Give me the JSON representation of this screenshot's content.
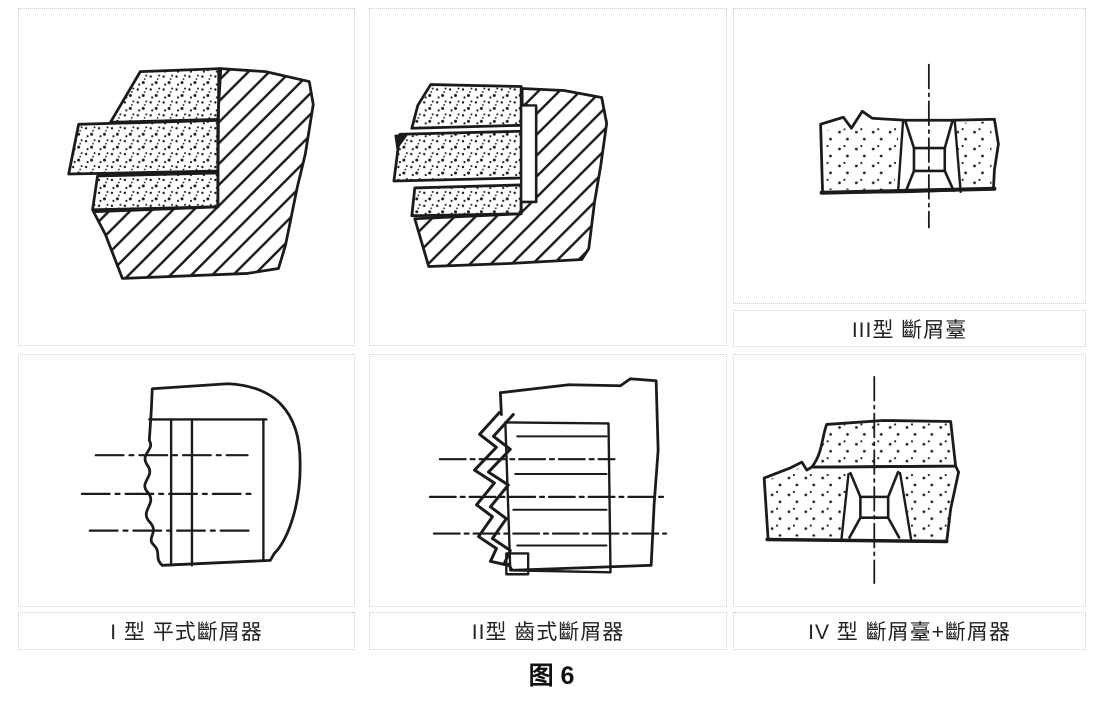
{
  "caption": "图 6",
  "ink_color": "#1b1b1b",
  "border_color": "#cfcfcf",
  "panels": [
    {
      "name": "type1-cross-section",
      "label": ""
    },
    {
      "name": "type2-cross-section",
      "label": ""
    },
    {
      "name": "type3-cross-section",
      "label": "III型 斷屑臺"
    },
    {
      "name": "type1-plan-view",
      "label": "I 型 平式斷屑器"
    },
    {
      "name": "type2-plan-view",
      "label": "II型 齒式斷屑器"
    },
    {
      "name": "type4-cross-section",
      "label": "IV 型 斷屑臺+斷屑器"
    }
  ]
}
